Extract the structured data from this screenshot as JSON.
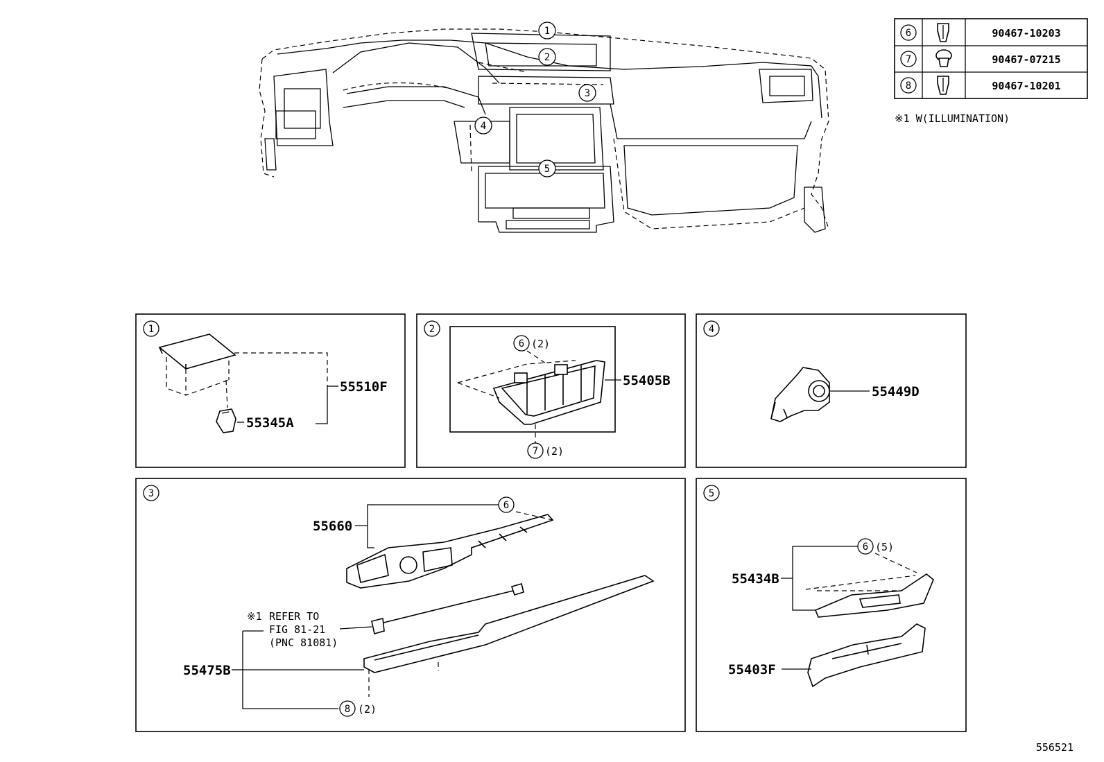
{
  "callouts": {
    "c1": "1",
    "c2": "2",
    "c3": "3",
    "c4": "4",
    "c5": "5",
    "c6": "6",
    "c7": "7",
    "c8": "8"
  },
  "legend": [
    {
      "ref": "6",
      "part": "90467-10203"
    },
    {
      "ref": "7",
      "part": "90467-07215"
    },
    {
      "ref": "8",
      "part": "90467-10201"
    }
  ],
  "legend_note": "※1 W(ILLUMINATION)",
  "panels": {
    "p1": {
      "parts": [
        "55510F",
        "55345A"
      ]
    },
    "p2": {
      "parts": [
        "55405B"
      ],
      "qty6": "(2)",
      "qty7": "(2)"
    },
    "p3": {
      "parts": [
        "55660",
        "55475B"
      ],
      "qty8": "(2)",
      "note_mark": "※1",
      "note_line1": "REFER TO",
      "note_line2": "FIG 81-21",
      "note_line3": "(PNC 81081)"
    },
    "p4": {
      "parts": [
        "55449D"
      ]
    },
    "p5": {
      "parts": [
        "55434B",
        "55403F"
      ],
      "qty6": "(5)"
    }
  },
  "figure_id": "556521"
}
